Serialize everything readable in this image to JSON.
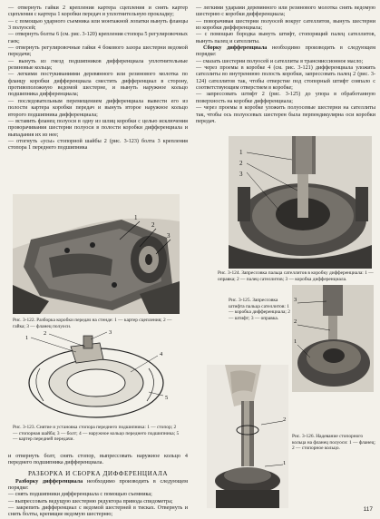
{
  "left": {
    "top_paragraphs": [
      "— отвернуть гайки 2 крепления картера сцепления и снять картер сцепления с картера 1 коробки передач и уплотнительную прокладку;",
      "— с помощью ударного съемника или монтажной лопатки вынуть фланцы 3 полуосей;",
      "— отвернуть болты 6 (см. рис. 3-120) крепления стопора 5 регулировочных гаек;",
      "— отвернуть регулировочные гайки 4 бокового зазора шестерни ведомой передачи;",
      "— вынуть из гнезд подшипников дифференциала уплотнительные резиновые кольца;",
      "— легкими постукиваниями деревянного или резинового молотка по фланцу коробки дифференциала сместить дифференциал в сторону, противоположную ведомой шестерне, и вынуть наружное кольцо подшипника дифференциала;",
      "— последовательным перемещением дифференциала вывести его из полости картера коробки передач и вынуть второе наружное кольцо второго подшипника дифференциала;",
      "— вставить фланец полуоси в одну из шлиц коробки с целью исключения проворачивания шестерни полуоси в полости коробки дифференциала и выпадания их из нее;",
      "— отогнуть «усы» стопорной шайбы 2 (рис. 3-123) болта 3 крепления стопора 1 переднего подшипника"
    ],
    "fig122": {
      "caption_num": "Рис. 3-122.",
      "caption_text": "Разборка коробки передач на стенде:",
      "caption_legend": "1 — картер сцепления; 2 — гайка; 3 — фланец полуоси.",
      "callouts": [
        "1",
        "2",
        "3"
      ]
    },
    "fig123": {
      "caption_num": "Рис. 3-123.",
      "caption_text": "Снятие и установка стопора переднего подшипника:",
      "caption_legend": "1 — стопор; 2 — стопорная шайба; 3 — болт; 4 — наружное кольцо переднего подшипника; 5 — картер передней передачи.",
      "callouts": [
        "1",
        "2",
        "3",
        "4",
        "5"
      ]
    },
    "mid_paragraph": "и отвернуть болт, снять стопор, выпрессовать наружное кольцо 4 переднего подшипника дифференциала.",
    "section_title": "РАЗБОРКА И СБОРКА ДИФФЕРЕНЦИАЛА",
    "disassembly_lead": "Разборку дифференциала",
    "disassembly_intro": " необходимо производить в следующем порядке:",
    "bottom_paragraphs": [
      "— снять подшипники дифференциала с помощью съемника;",
      "— выпрессовать ведущую шестерню редуктора привода спидометра;",
      "— закрепить дифференциал с ведомой шестерней в тисках. Отвернуть и снять болты, крепящие ведомую шестерню;"
    ]
  },
  "right": {
    "top_paragraphs": [
      "— легкими ударами деревянного или резинового молотка снять ведомую шестерню с коробки дифференциала;",
      "— поворачивая шестерни полуосей вокруг сателлитов, вынуть шестерни из коробки дифференциала;",
      "— с помощью бородка вынуть штифт, стопорящий палец сателлитов, вынуть палец и сателлиты."
    ],
    "assembly_lead": "Сборку дифференциала",
    "assembly_intro": " необходимо производить в следующем порядке:",
    "assembly_paragraphs": [
      "— смазать шестерни полуосей и сателлиты в трансмиссионное масло;",
      "— через проемы в коробке 4 (см. рис. 3-121) дифференциала уложить сателлиты во внутреннюю полость коробки, запрессовать палец 2 (рис. 3-124) сателлитов так, чтобы отверстие под стопорный штифт совпало с соответствующим отверстием в коробке;",
      "— запрессовать штифт 2 (рис. 3-125) до упора в обработанную поверхность на коробке дифференциала;",
      "— через проемы в коробке уложить полуосевые шестерни на сателлиты так, чтобы ось полуосевых шестерен была перпендикулярна оси коробки передач."
    ],
    "fig124": {
      "caption_num": "Рис. 3-124.",
      "caption_text": "Запрессовка пальца сателлитов в коробку дифференциала:",
      "caption_legend": "1 — оправка; 2 — палец сателлитов; 3 — коробка дифференциала.",
      "callouts": [
        "1",
        "2",
        "3"
      ]
    },
    "fig125": {
      "caption_num": "Рис. 3-125.",
      "caption_text": "Запрессовка штифта пальца сателлитов:",
      "caption_legend": "1 — коробка дифференциала; 2 — штифт; 3 — оправка.",
      "callouts": [
        "1",
        "2",
        "3"
      ]
    },
    "fig126": {
      "caption_num": "Рис. 3-126.",
      "caption_text": "Надевание стопорного кольца на фланец полуоси:",
      "caption_legend": "1 — фланец; 2 — стопорное кольцо.",
      "callouts": [
        "1",
        "2"
      ]
    }
  },
  "page_number": "117"
}
